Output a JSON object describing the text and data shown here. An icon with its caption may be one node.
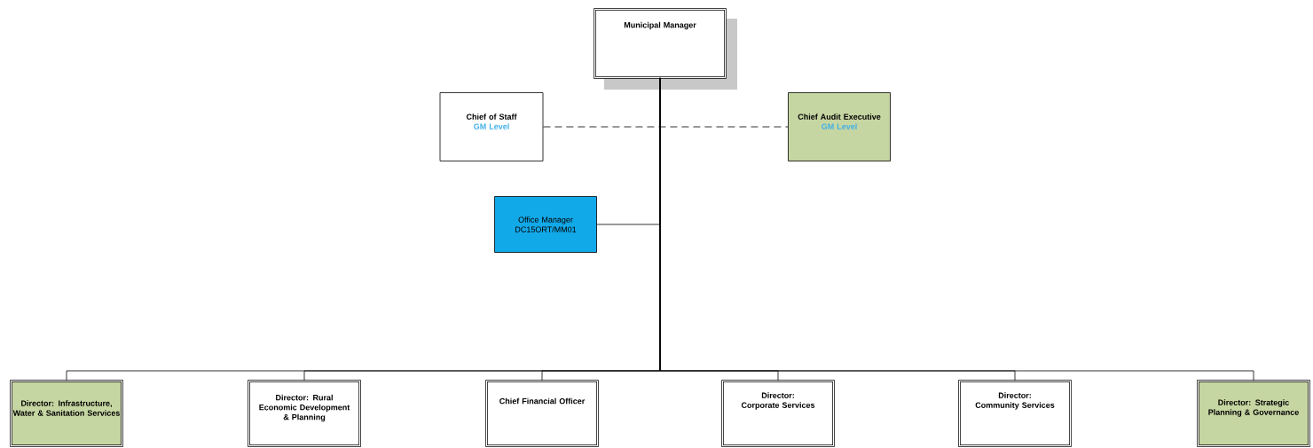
{
  "diagram": {
    "nodes": [
      {
        "text": [
          "Municipal Manager"
        ]
      },
      {
        "text": [
          "Chief of Staff",
          "GM Level"
        ]
      },
      {
        "text": [
          "Chief Audit Executive",
          "GM Level"
        ]
      },
      {
        "text": [
          "Office Manager",
          "DC15ORT/MM01"
        ]
      },
      {
        "text": [
          "Director: Infrastructure, Water & Sanitation Services"
        ]
      },
      {
        "text": [
          "Director: Rural Economic Development & Planning"
        ]
      },
      {
        "text": [
          "Chief Financial Officer"
        ]
      },
      {
        "text": [
          "Director: Corporate Services"
        ]
      },
      {
        "text": [
          "Director: Community Services"
        ]
      },
      {
        "text": [
          "Director: Strategic Planning & Governance"
        ]
      }
    ],
    "edges": [
      {
        "from": 1,
        "to": 2,
        "arrow": "none",
        "style": "dashed"
      },
      {
        "from": 0,
        "to": 3,
        "arrow": "none"
      },
      {
        "from": 0,
        "to": 4,
        "arrow": "none"
      },
      {
        "from": 0,
        "to": 5,
        "arrow": "none"
      },
      {
        "from": 0,
        "to": 6,
        "arrow": "none"
      },
      {
        "from": 0,
        "to": 7,
        "arrow": "none"
      },
      {
        "from": 0,
        "to": 8,
        "arrow": "none"
      },
      {
        "from": 0,
        "to": 9,
        "arrow": "none"
      }
    ]
  }
}
